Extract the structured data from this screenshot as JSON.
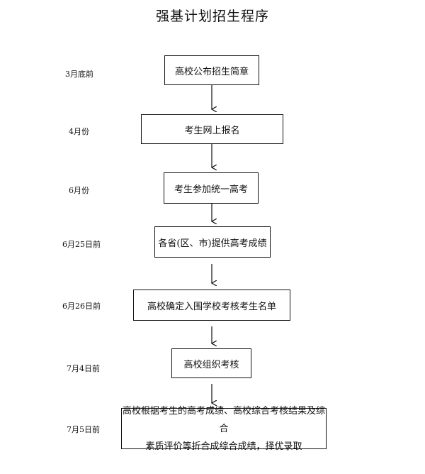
{
  "title": "强基计划招生程序",
  "steps": [
    {
      "date": "3月底前",
      "text": "高校公布招生简章"
    },
    {
      "date": "4月份",
      "text": "考生网上报名"
    },
    {
      "date": "6月份",
      "text": "考生参加统一高考"
    },
    {
      "date": "6月25日前",
      "text": "各省(区、市)提供高考成绩"
    },
    {
      "date": "6月26日前",
      "text": "高校确定入围学校考核考生名单"
    },
    {
      "date": "7月4日前",
      "text": "高校组织考核"
    },
    {
      "date": "7月5日前",
      "line1": "高校根据考生的高考成绩、高校综合考核结果及综合",
      "line2": "素质评价等折合成综合成绩，择优录取"
    }
  ]
}
